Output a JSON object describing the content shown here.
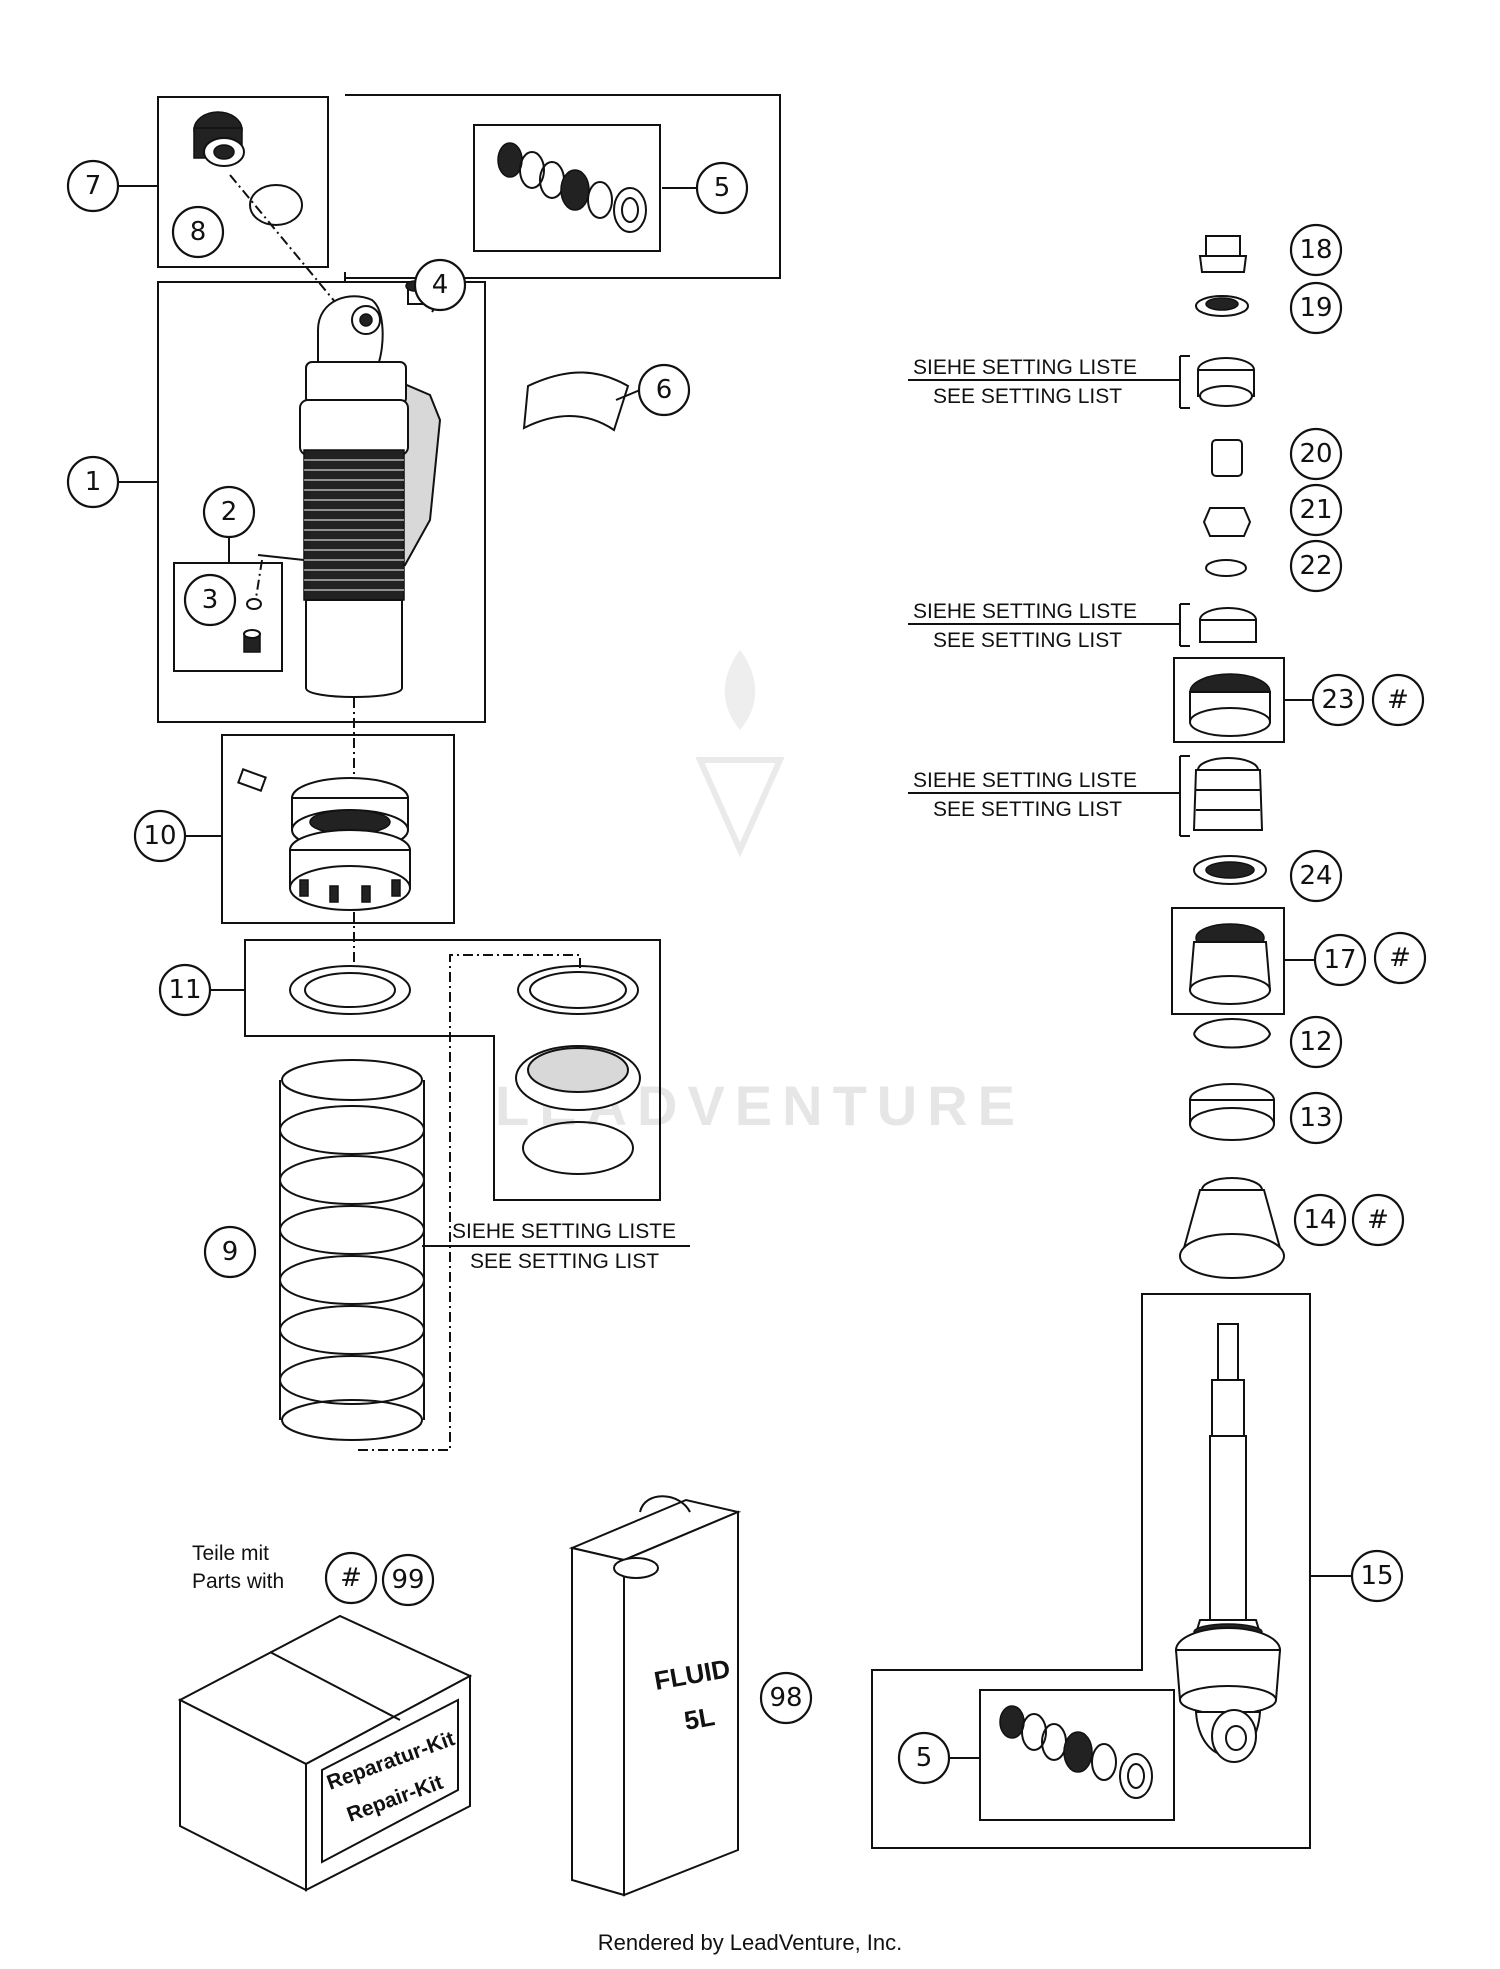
{
  "callouts": {
    "c1": "1",
    "c2": "2",
    "c3": "3",
    "c4": "4",
    "c5a": "5",
    "c5b": "5",
    "c6": "6",
    "c7": "7",
    "c8": "8",
    "c9": "9",
    "c10": "10",
    "c11": "11",
    "c12": "12",
    "c13": "13",
    "c14": "14",
    "c15": "15",
    "c17": "17",
    "c18": "18",
    "c19": "19",
    "c20": "20",
    "c21": "21",
    "c22": "22",
    "c23": "23",
    "c24": "24",
    "c98": "98",
    "c99": "99",
    "hash14": "#",
    "hash17": "#",
    "hash23": "#",
    "hash99": "#"
  },
  "notes": {
    "setting_de": "SIEHE SETTING LISTE",
    "setting_en": "SEE SETTING LIST"
  },
  "legend": {
    "line1": "Teile mit",
    "line2": "Parts with"
  },
  "kit": {
    "line1": "Reparatur-Kit",
    "line2": "Repair-Kit"
  },
  "fluid": {
    "line1": "FLUID",
    "line2": "5L"
  },
  "watermark": "LEADVENTURE",
  "footer": "Rendered by LeadVenture, Inc."
}
